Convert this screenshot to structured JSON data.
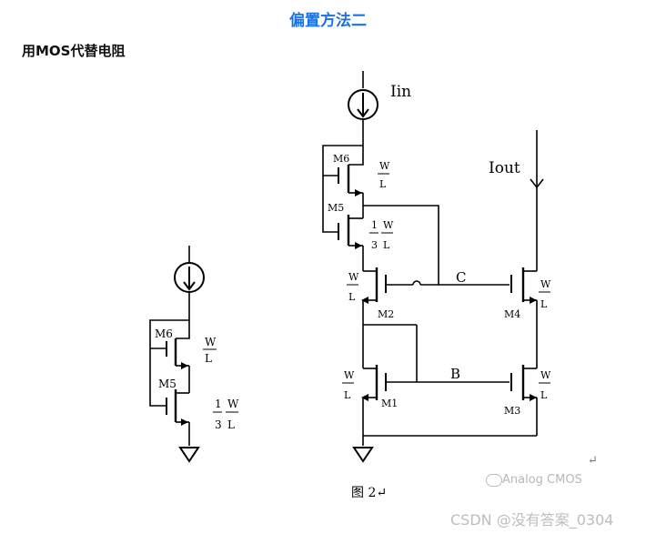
{
  "title": "偏置方法二",
  "subtitle": "用MOS代替电阻",
  "left_circuit": {
    "m6": "M6",
    "m5": "M5",
    "wl_top_w": "W",
    "wl_top_l": "L",
    "ratio_num": "1",
    "ratio_den": "3",
    "wl_bot_w": "W",
    "wl_bot_l": "L"
  },
  "right_circuit": {
    "iin": "Iin",
    "iout": "Iout",
    "m6": "M6",
    "m5": "M5",
    "m2": "M2",
    "m1": "M1",
    "m3": "M3",
    "m4": "M4",
    "node_c": "C",
    "node_b": "B",
    "w": "W",
    "l": "L",
    "ratio_num": "1",
    "ratio_den": "3"
  },
  "caption": "图 2↵",
  "return_mark": "↵",
  "watermark": "Analog CMOS",
  "csdn": "CSDN @没有答案_0304",
  "colors": {
    "title": "#1a73e8",
    "wire": "#000000"
  }
}
